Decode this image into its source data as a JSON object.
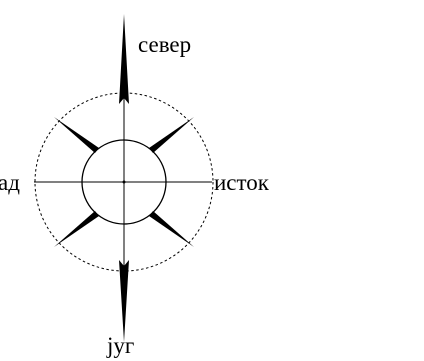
{
  "compass": {
    "labels": {
      "north": "север",
      "east": "исток",
      "west": "ад",
      "south": "југ"
    },
    "colors": {
      "ink": "#000000",
      "background": "#ffffff"
    }
  }
}
